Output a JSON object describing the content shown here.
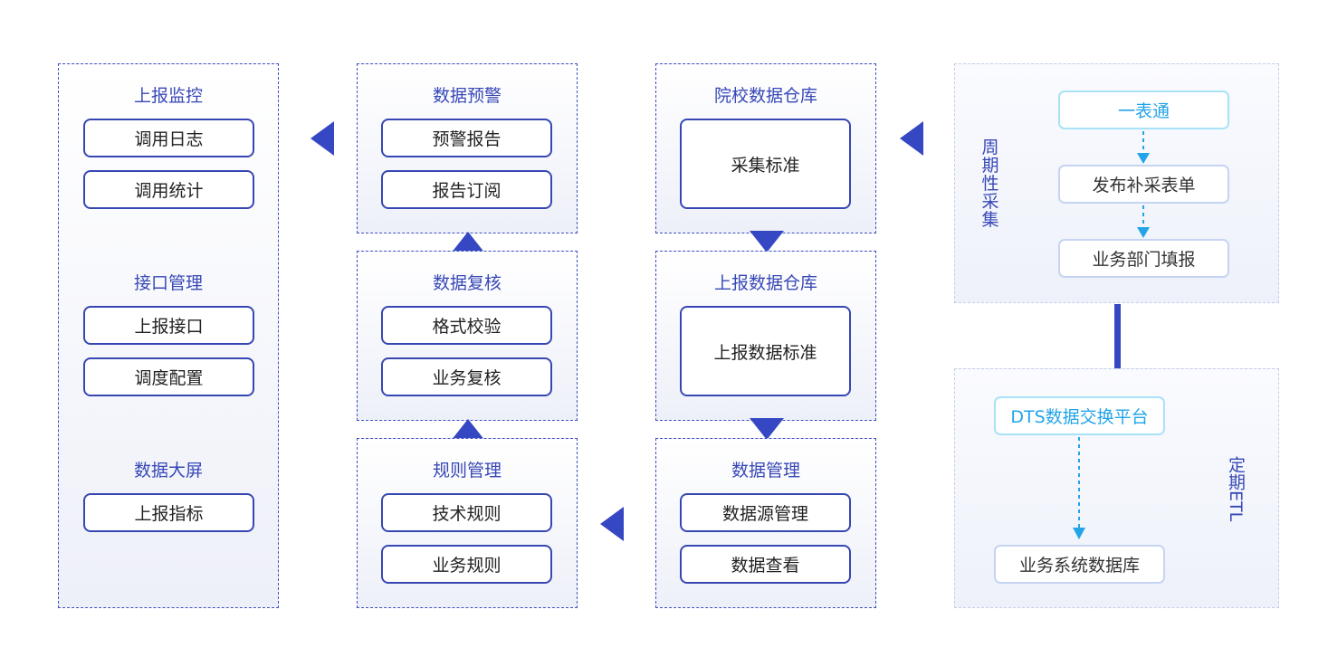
{
  "report": {
    "monitor_title": "上报监控",
    "monitor_items": [
      "调用日志",
      "调用统计"
    ],
    "interface_title": "接口管理",
    "interface_items": [
      "上报接口",
      "调度配置"
    ],
    "screen_title": "数据大屏",
    "screen_items": [
      "上报指标"
    ]
  },
  "warning": {
    "title": "数据预警",
    "items": [
      "预警报告",
      "报告订阅"
    ]
  },
  "review": {
    "title": "数据复核",
    "items": [
      "格式校验",
      "业务复核"
    ]
  },
  "rules": {
    "title": "规则管理",
    "items": [
      "技术规则",
      "业务规则"
    ]
  },
  "warehouse": {
    "title": "院校数据仓库",
    "item": "采集标准"
  },
  "report_warehouse": {
    "title": "上报数据仓库",
    "item": "上报数据标准"
  },
  "data_mgmt": {
    "title": "数据管理",
    "items": [
      "数据源管理",
      "数据查看"
    ]
  },
  "periodic": {
    "label": "周期性采集",
    "steps": [
      "一表通",
      "发布补采表单",
      "业务部门填报"
    ]
  },
  "etl": {
    "label": "定期ETL",
    "source": "DTS数据交换平台",
    "target": "业务系统数据库"
  },
  "colors": {
    "accent": "#3547c2",
    "light_accent": "#22a4e8",
    "border_light": "#c6d4f3"
  }
}
